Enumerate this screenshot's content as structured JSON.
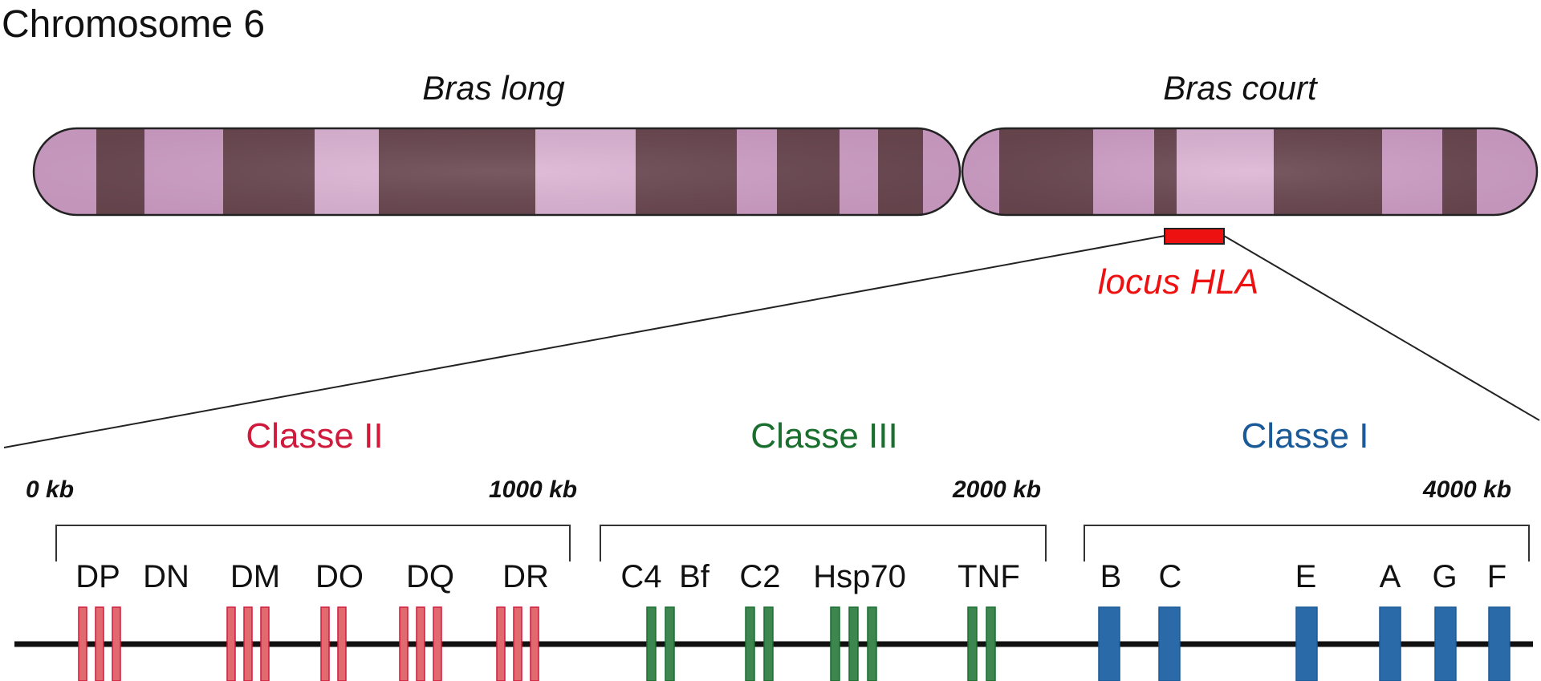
{
  "title": "Chromosome 6",
  "arms": {
    "long": "Bras long",
    "short": "Bras court"
  },
  "locus": {
    "label": "locus HLA",
    "color": "#ee1111"
  },
  "colors": {
    "band_dark": "#6a4750",
    "band_light": "#cf9ec6",
    "band_pale": "#ddb5d5",
    "class2": "#d01a3c",
    "class3": "#1a6e2e",
    "class1": "#1b5a98",
    "gene2_fill": "#e06a6f",
    "gene3_fill": "#3d8650",
    "gene1_fill": "#2a6aa8"
  },
  "classes": [
    {
      "key": "class2",
      "label": "Classe II"
    },
    {
      "key": "class3",
      "label": "Classe III"
    },
    {
      "key": "class1",
      "label": "Classe I"
    }
  ],
  "scale": [
    "0 kb",
    "1000 kb",
    "2000 kb",
    "4000 kb"
  ],
  "genes": [
    {
      "label": "DP",
      "class": "class2",
      "bars": 3
    },
    {
      "label": "DN",
      "class": "class2",
      "bars": 0
    },
    {
      "label": "DM",
      "class": "class2",
      "bars": 3
    },
    {
      "label": "DO",
      "class": "class2",
      "bars": 2
    },
    {
      "label": "DQ",
      "class": "class2",
      "bars": 3
    },
    {
      "label": "DR",
      "class": "class2",
      "bars": 3
    },
    {
      "label": "C4",
      "class": "class3",
      "bars": 2
    },
    {
      "label": "Bf",
      "class": "class3",
      "bars": 0
    },
    {
      "label": "C2",
      "class": "class3",
      "bars": 2
    },
    {
      "label": "Hsp70",
      "class": "class3",
      "bars": 3
    },
    {
      "label": "TNF",
      "class": "class3",
      "bars": 2
    },
    {
      "label": "B",
      "class": "class1",
      "bars": 1
    },
    {
      "label": "C",
      "class": "class1",
      "bars": 1
    },
    {
      "label": "E",
      "class": "class1",
      "bars": 1
    },
    {
      "label": "A",
      "class": "class1",
      "bars": 1
    },
    {
      "label": "G",
      "class": "class1",
      "bars": 1
    },
    {
      "label": "F",
      "class": "class1",
      "bars": 1
    }
  ]
}
